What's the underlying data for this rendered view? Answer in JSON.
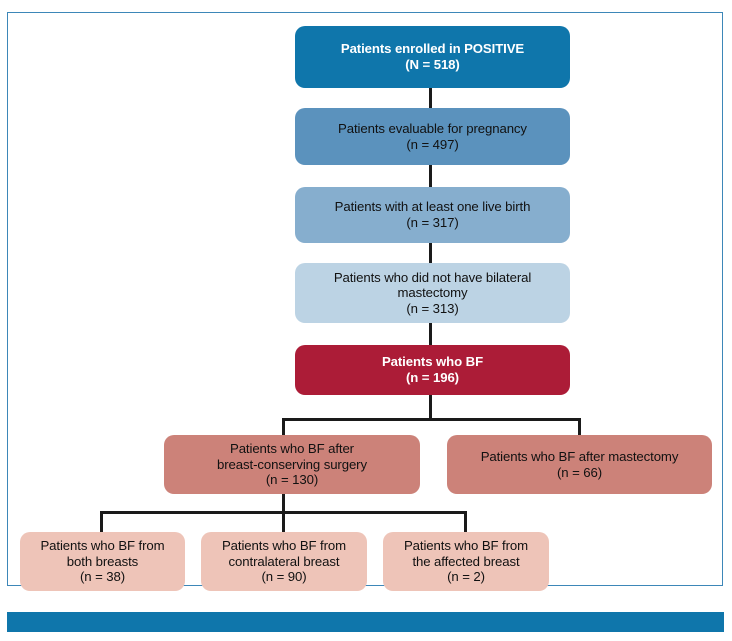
{
  "figure": {
    "type": "flowchart",
    "title": "POSITIVE trial breastfeeding CONSORT-style flow diagram",
    "frame_border_color": "#3d87b8",
    "bottom_bar_color": "#0f76ab",
    "connector_color": "#1a1a1a"
  },
  "nodes": {
    "enrolled": {
      "line1": "Patients enrolled in POSITIVE",
      "line2": "(N = 518)",
      "count_label": "N = 518",
      "count": 518,
      "fill": "#0f76ab",
      "text_color": "#ffffff",
      "bold": true
    },
    "evaluable": {
      "line1": "Patients evaluable for pregnancy",
      "line2": "(n = 497)",
      "count_label": "n = 497",
      "count": 497,
      "fill": "#5b92bd",
      "text_color": "#111111",
      "bold": false
    },
    "live_birth": {
      "line1": "Patients with at least one live birth",
      "line2": "(n = 317)",
      "count_label": "n = 317",
      "count": 317,
      "fill": "#86aece",
      "text_color": "#111111",
      "bold": false
    },
    "no_bilateral_mastectomy": {
      "line1": "Patients who did not have bilateral",
      "line2": "mastectomy",
      "line3": "(n = 313)",
      "count_label": "n = 313",
      "count": 313,
      "fill": "#bcd3e4",
      "text_color": "#111111",
      "bold": false
    },
    "bf": {
      "line1": "Patients who BF",
      "line2": "(n = 196)",
      "count_label": "n = 196",
      "count": 196,
      "fill": "#ac1c37",
      "text_color": "#ffffff",
      "bold": true
    },
    "bf_bcs": {
      "line1": "Patients who BF after",
      "line2": "breast-conserving surgery",
      "line3": "(n = 130)",
      "count_label": "n = 130",
      "count": 130,
      "fill": "#cc8279",
      "text_color": "#111111",
      "bold": false
    },
    "bf_mastectomy": {
      "line1": "Patients who BF after mastectomy",
      "line2": "(n = 66)",
      "count_label": "n = 66",
      "count": 66,
      "fill": "#cc8279",
      "text_color": "#111111",
      "bold": false
    },
    "bf_both_breasts": {
      "line1": "Patients who BF from",
      "line2": "both breasts",
      "line3": "(n = 38)",
      "count_label": "n = 38",
      "count": 38,
      "fill": "#eec4b8",
      "text_color": "#111111",
      "bold": false
    },
    "bf_contralateral": {
      "line1": "Patients who BF from",
      "line2": "contralateral breast",
      "line3": "(n = 90)",
      "count_label": "n = 90",
      "count": 90,
      "fill": "#eec4b8",
      "text_color": "#111111",
      "bold": false
    },
    "bf_affected": {
      "line1": "Patients who BF from",
      "line2": "the affected breast",
      "line3": "(n = 2)",
      "count_label": "n = 2",
      "count": 2,
      "fill": "#eec4b8",
      "text_color": "#111111",
      "bold": false
    }
  }
}
